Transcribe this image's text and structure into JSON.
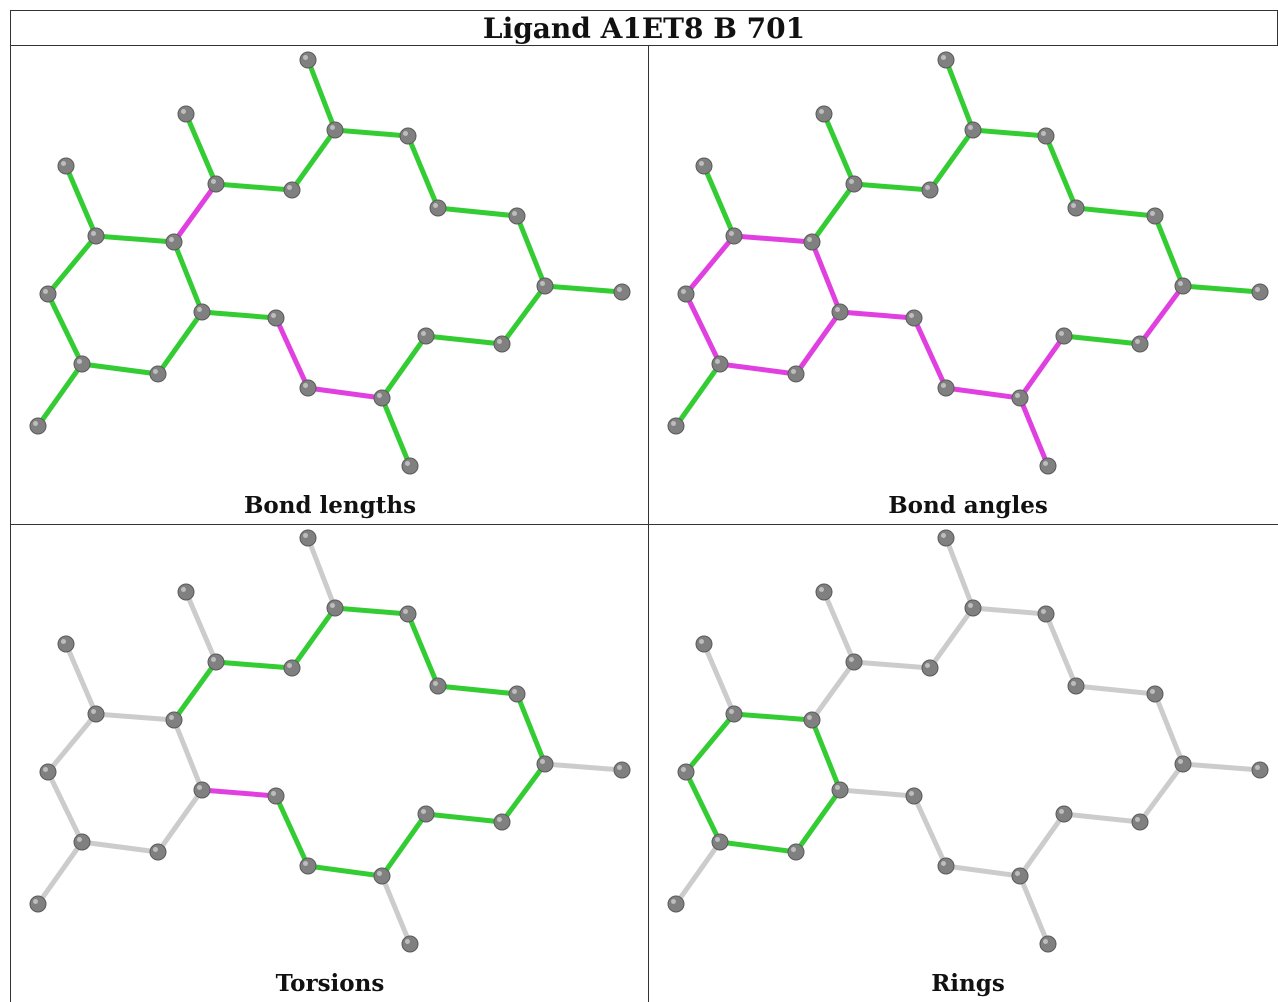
{
  "title": "Ligand A1ET8 B 701",
  "colors": {
    "ok": "#33cc33",
    "outlier": "#e040e0",
    "none": "#cccccc",
    "atom": "#808080"
  },
  "panels": [
    {
      "caption": "Bond lengths"
    },
    {
      "caption": "Bond angles"
    },
    {
      "caption": "Torsions"
    },
    {
      "caption": "Rings"
    }
  ]
}
